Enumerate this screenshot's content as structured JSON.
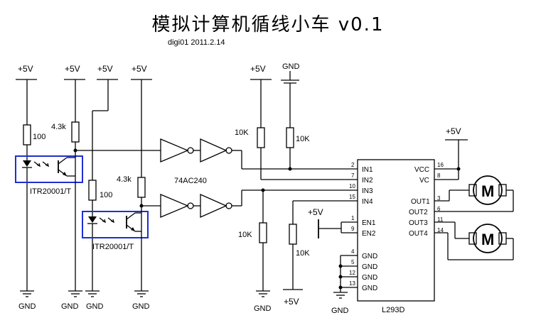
{
  "header": {
    "title": "模拟计算机循线小车 v0.1",
    "author_date": "digi01 2011.2.14"
  },
  "power": {
    "vcc": "+5V",
    "gnd": "GND"
  },
  "components": {
    "r_100": "100",
    "r_4k3": "4.3k",
    "r_10k": "10K",
    "sensor": "ITR20001/T",
    "inverter": "74AC240",
    "driver": "L293D",
    "motor": "M"
  },
  "l293d": {
    "left_pins": [
      {
        "num": "2",
        "name": "IN1"
      },
      {
        "num": "7",
        "name": "IN2"
      },
      {
        "num": "10",
        "name": "IN3"
      },
      {
        "num": "15",
        "name": "IN4"
      },
      {
        "num": "1",
        "name": "EN1"
      },
      {
        "num": "9",
        "name": "EN2"
      },
      {
        "num": "4",
        "name": "GND"
      },
      {
        "num": "5",
        "name": "GND"
      },
      {
        "num": "12",
        "name": "GND"
      },
      {
        "num": "13",
        "name": "GND"
      }
    ],
    "right_pins": [
      {
        "num": "16",
        "name": "VCC"
      },
      {
        "num": "8",
        "name": "VC"
      },
      {
        "num": "3",
        "name": "OUT1"
      },
      {
        "num": "6",
        "name": "OUT2"
      },
      {
        "num": "11",
        "name": "OUT3"
      },
      {
        "num": "14",
        "name": "OUT4"
      }
    ]
  }
}
